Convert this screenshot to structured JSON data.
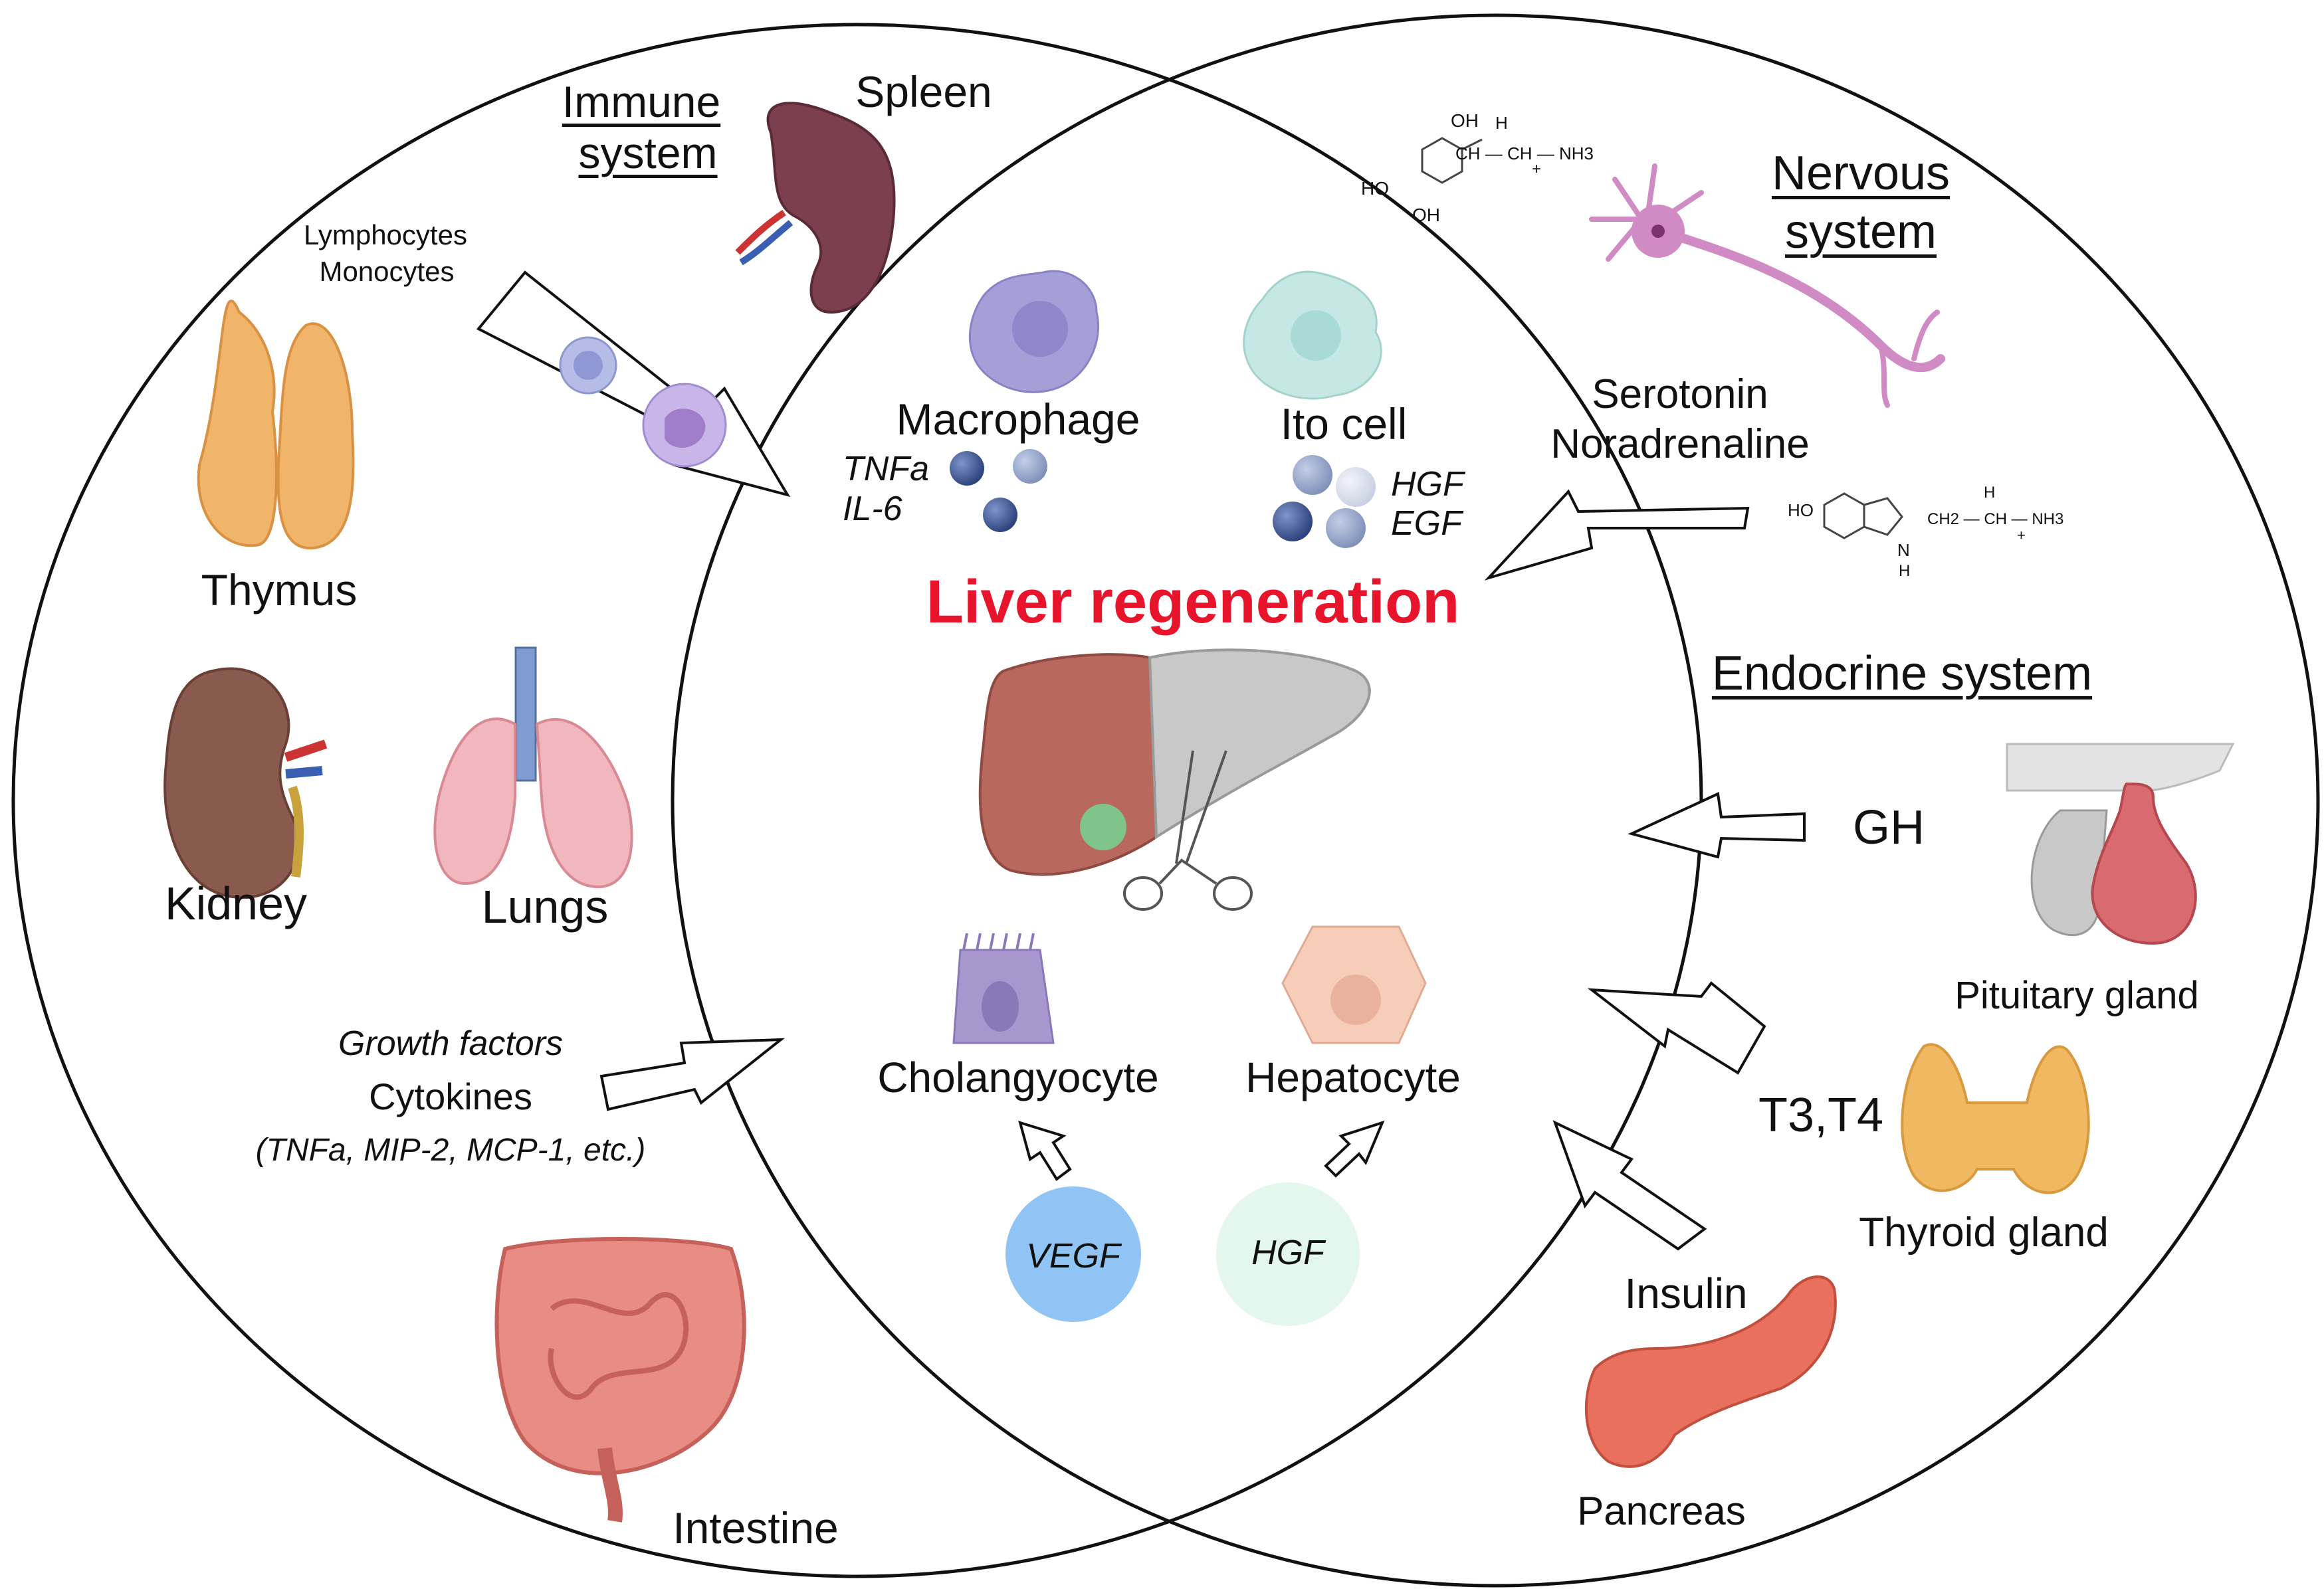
{
  "title": "Liver regeneration",
  "immune": {
    "heading_line1": "Immune",
    "heading_line2": "system",
    "spleen": "Spleen",
    "cells_line1": "Lymphocytes",
    "cells_line2": "Monocytes",
    "thymus": "Thymus",
    "kidney": "Kidney",
    "lungs": "Lungs",
    "intestine": "Intestine",
    "growth_factors": "Growth factors",
    "cytokines": "Cytokines",
    "cytokine_list": "(TNFa, MIP-2, MCP-1, etc.)"
  },
  "liver": {
    "macrophage": "Macrophage",
    "macrophage_factor1": "TNFa",
    "macrophage_factor2": "IL-6",
    "ito_cell": "Ito cell",
    "ito_factor1": "HGF",
    "ito_factor2": "EGF",
    "cholangiocyte": "Cholangyocyte",
    "hepatocyte": "Hepatocyte",
    "vegf": "VEGF",
    "hgf": "HGF"
  },
  "nervous": {
    "heading_line1": "Nervous",
    "heading_line2": "system",
    "serotonin": "Serotonin",
    "noradrenaline": "Noradrenaline",
    "noradrenaline_structure": {
      "oh_top": "OH",
      "h_top": "H",
      "chain": "CH — CH — NH3",
      "plus": "+",
      "ho_left": "HO",
      "oh_bottom": "OH"
    },
    "serotonin_structure": {
      "ho": "HO",
      "chain": "CH2 — CH — NH3",
      "h_top": "H",
      "plus": "+",
      "nh": "N",
      "h_bottom": "H"
    }
  },
  "endocrine": {
    "heading": "Endocrine system",
    "gh": "GH",
    "pituitary": "Pituitary gland",
    "t3t4": "T3,T4",
    "thyroid": "Thyroid gland",
    "insulin": "Insulin",
    "pancreas": "Pancreas"
  },
  "colors": {
    "title": "#e8142b",
    "vegf_circle": "#90c4f5",
    "hgf_circle": "#e4f7ec",
    "macrophage": "#a59fd8",
    "ito_cell": "#c6e8e4",
    "cholangiocyte": "#a897cf",
    "hepatocyte": "#f6cdb8",
    "spleen": "#7b3f4e",
    "kidney": "#8b5a4e",
    "lungs": "#f2b7bd",
    "thymus": "#f0b46a",
    "intestine": "#e88c84",
    "liver_left": "#b8685d",
    "liver_right": "#c8c8c8",
    "neuron": "#d08ac4",
    "pituitary": "#d96a70",
    "thyroid": "#f0b860",
    "pancreas": "#e8705c"
  }
}
